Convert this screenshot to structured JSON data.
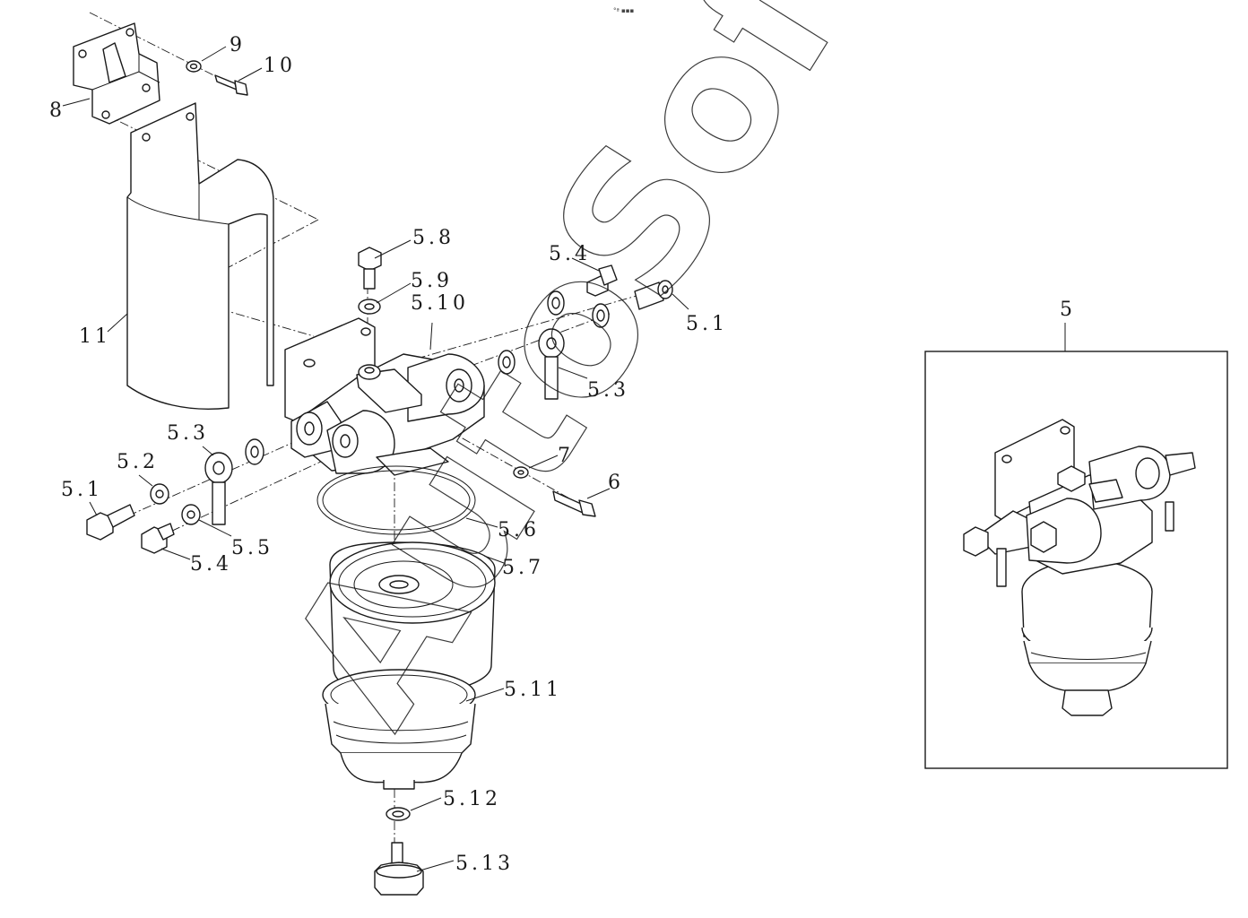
{
  "header_mark": "°ª ▪▪▪",
  "watermark": "AutoSoft",
  "callouts": {
    "c8": "8",
    "c9": "9",
    "c10": "10",
    "c11": "11",
    "c5_8": "5.8",
    "c5_9": "5.9",
    "c5_10": "5.10",
    "c5_4_top": "5.4",
    "c5_1_right": "5.1",
    "c5_3_right": "5.3",
    "c5_3_left": "5.3",
    "c5_2": "5.2",
    "c5_1_left": "5.1",
    "c5_5": "5.5",
    "c5_4_bottom": "5.4",
    "c7": "7",
    "c6": "6",
    "c5_6": "5.6",
    "c5_7": "5.7",
    "c5_11": "5.11",
    "c5_12": "5.12",
    "c5_13": "5.13",
    "c5_assembly": "5"
  }
}
